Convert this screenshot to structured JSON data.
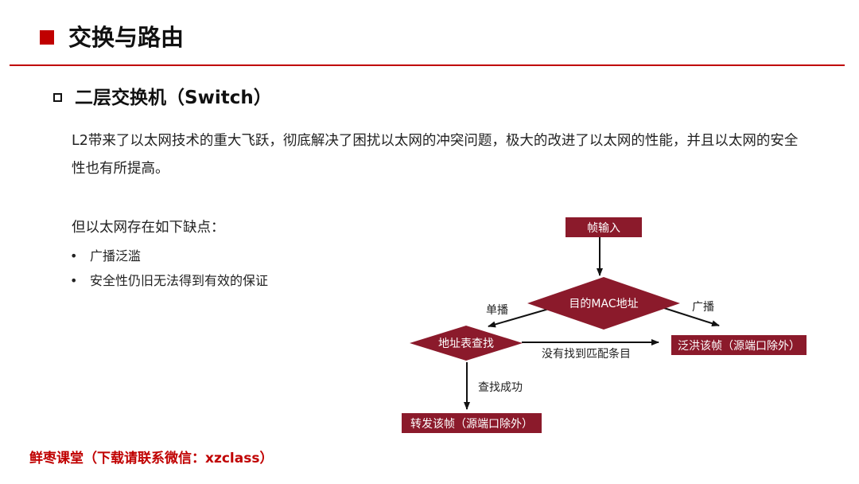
{
  "header": {
    "title": "交换与路由",
    "accent_color": "#c00000"
  },
  "section": {
    "title": "二层交换机（Switch）",
    "intro": "L2带来了以太网技术的重大飞跃，彻底解决了困扰以太网的冲突问题，极大的改进了以太网的性能，并且以太网的安全性也有所提高。",
    "drawbacks_heading": "但以太网存在如下缺点：",
    "drawbacks": [
      "广播泛滥",
      "安全性仍旧无法得到有效的保证"
    ]
  },
  "flowchart": {
    "node_color": "#8b1a2b",
    "nodes": {
      "frame_input": "帧输入",
      "dest_mac": "目的MAC地址",
      "table_lookup": "地址表查找",
      "flood": "泛洪该帧（源端口除外）",
      "forward": "转发该帧（源端口除外）"
    },
    "edges": {
      "unicast": "单播",
      "broadcast": "广播",
      "no_match": "没有找到匹配条目",
      "lookup_success": "查找成功"
    }
  },
  "footer": {
    "text": "鲜枣课堂（下载请联系微信：xzclass）"
  }
}
